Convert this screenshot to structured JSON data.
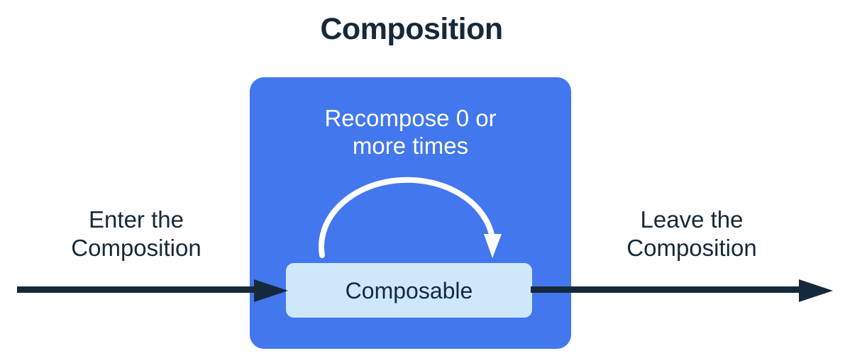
{
  "title": "Composition",
  "composition": {
    "box_color": "#4277ee",
    "recompose_caption": "Recompose 0 or\nmore times",
    "recompose_arrow_icon": "loop-arrow-icon",
    "composable": {
      "label": "Composable",
      "box_color": "#cfe7fb",
      "text_color": "#16293a"
    }
  },
  "flow": {
    "enter_label": "Enter the\nComposition",
    "leave_label": "Leave the\nComposition",
    "arrow_color": "#16293a",
    "enter_arrow_icon": "arrow-right-icon",
    "leave_arrow_icon": "arrow-right-icon"
  },
  "chart_data": {
    "type": "diagram",
    "title": "Composition",
    "nodes": [
      {
        "id": "enter",
        "label": "Enter the\nComposition",
        "kind": "flow-label"
      },
      {
        "id": "composition",
        "label": "Composition",
        "kind": "container",
        "color": "#4277ee"
      },
      {
        "id": "composable",
        "label": "Composable",
        "kind": "box",
        "color": "#cfe7fb"
      },
      {
        "id": "leave",
        "label": "Leave the\nComposition",
        "kind": "flow-label"
      }
    ],
    "edges": [
      {
        "from": "enter",
        "to": "composable",
        "label": "",
        "style": "straight-arrow"
      },
      {
        "from": "composable",
        "to": "composable",
        "label": "Recompose 0 or more times",
        "style": "loop-arrow"
      },
      {
        "from": "composable",
        "to": "leave",
        "label": "",
        "style": "straight-arrow"
      }
    ]
  }
}
